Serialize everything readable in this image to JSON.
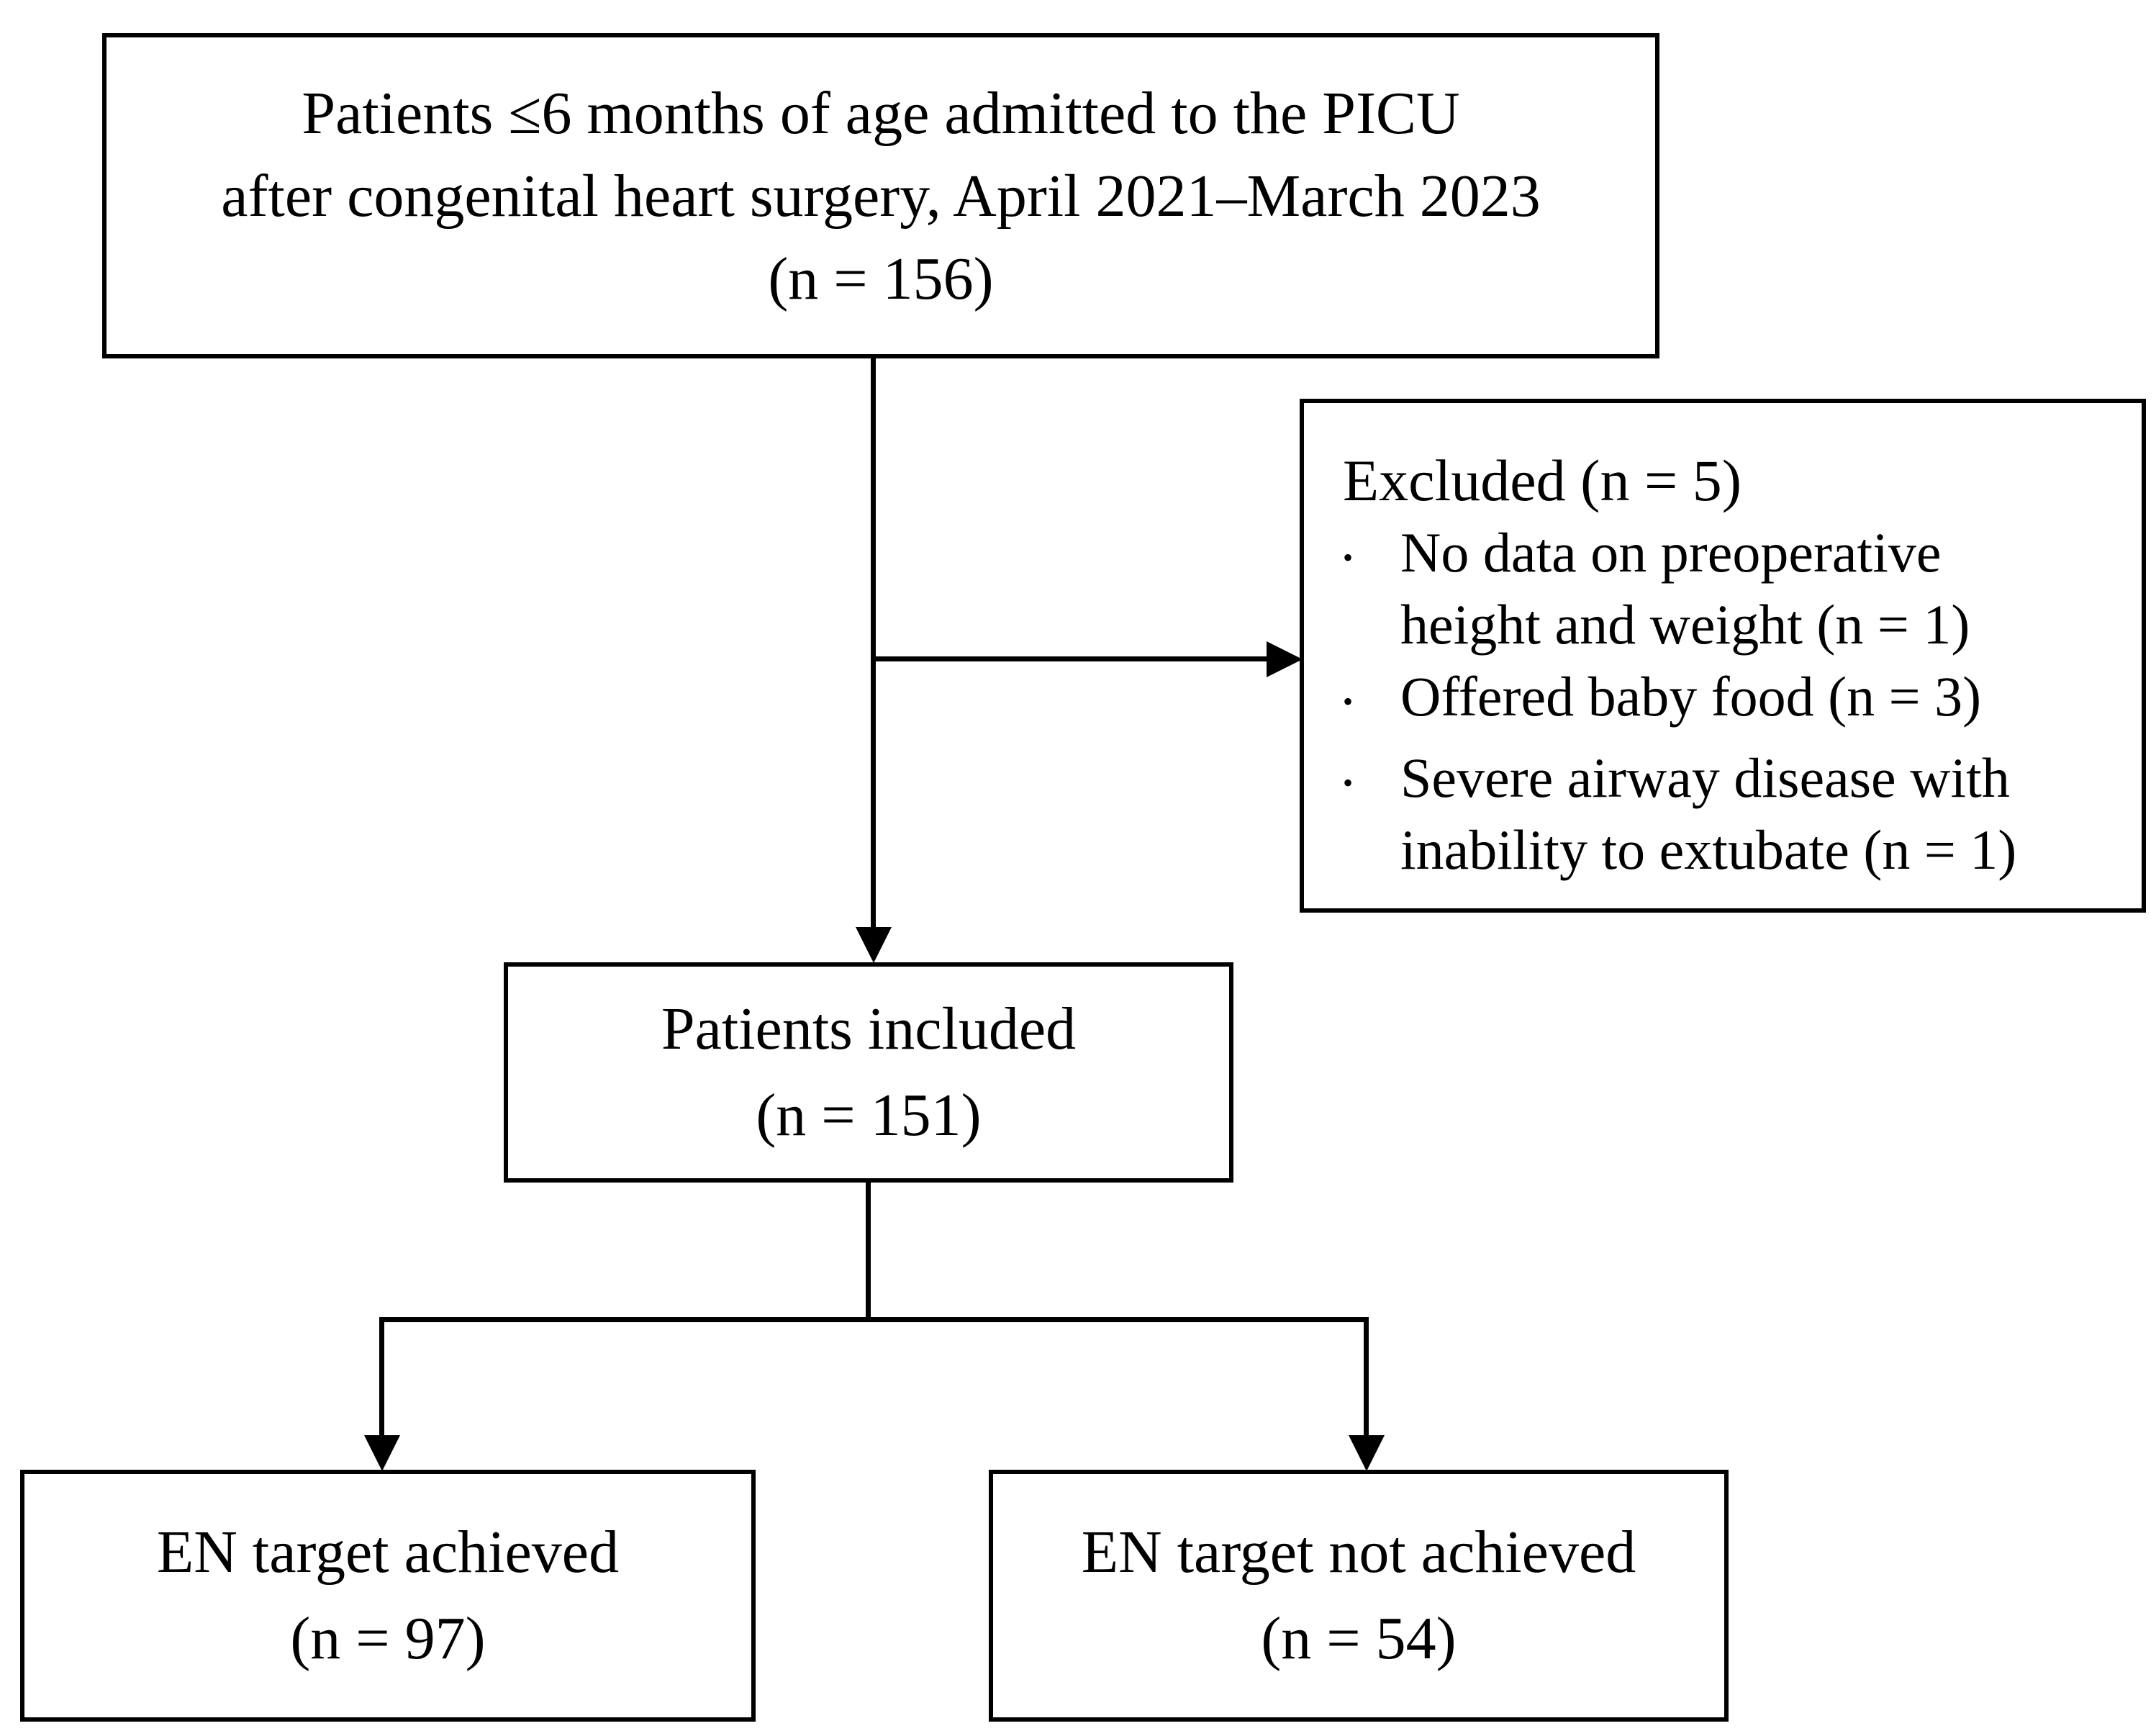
{
  "figure": {
    "colors": {
      "background": "#ffffff",
      "border": "#000000",
      "text": "#000000"
    },
    "boxes": {
      "enrollment": {
        "lines": [
          "Patients ≤6 months of age admitted to the PICU",
          "after congenital heart surgery, April 2021–March 2023",
          "(n = 156)"
        ]
      },
      "excluded": {
        "title": "Excluded (n = 5)",
        "bullets": [
          {
            "lines": [
              "No data on preoperative",
              "height and weight (n = 1)"
            ]
          },
          {
            "lines": [
              "Offered baby food (n = 3)"
            ]
          },
          {
            "lines": [
              "Severe airway disease with",
              "inability to extubate (n = 1)"
            ]
          }
        ]
      },
      "included": {
        "lines": [
          "Patients included",
          "(n = 151)"
        ]
      },
      "achieved": {
        "lines": [
          "EN target achieved",
          "(n = 97)"
        ]
      },
      "not_achieved": {
        "lines": [
          "EN target not achieved",
          "(n = 54)"
        ]
      }
    }
  }
}
